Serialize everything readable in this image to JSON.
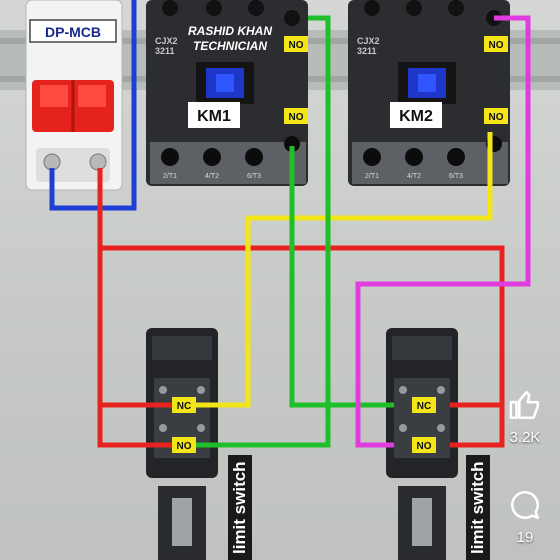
{
  "mcb": {
    "label": "DP-MCB"
  },
  "contactors": [
    {
      "id": "km1",
      "name": "KM1",
      "model": "CJX2",
      "code": "3211",
      "no_label": "NO",
      "terminals": [
        "2/T1",
        "4/T2",
        "6/T3"
      ],
      "overlay": [
        "RASHID KHAN",
        "TECHNICIAN"
      ]
    },
    {
      "id": "km2",
      "name": "KM2",
      "model": "CJX2",
      "code": "3211",
      "no_label": "NO",
      "terminals": [
        "2/T1",
        "4/T2",
        "6/T3"
      ],
      "overlay": []
    }
  ],
  "limit_switches": [
    {
      "id": "left",
      "nc": "NC",
      "no": "NO",
      "caption": "limit switch"
    },
    {
      "id": "right",
      "nc": "NC",
      "no": "NO",
      "caption": "limit switch"
    }
  ],
  "social": {
    "likes": "3.2K",
    "comments": "19"
  },
  "wire_colors": {
    "red": "#e8231f",
    "blue": "#1e3fd6",
    "yellow": "#f2e61a",
    "green": "#1fbf2a",
    "magenta": "#e23ce0"
  }
}
